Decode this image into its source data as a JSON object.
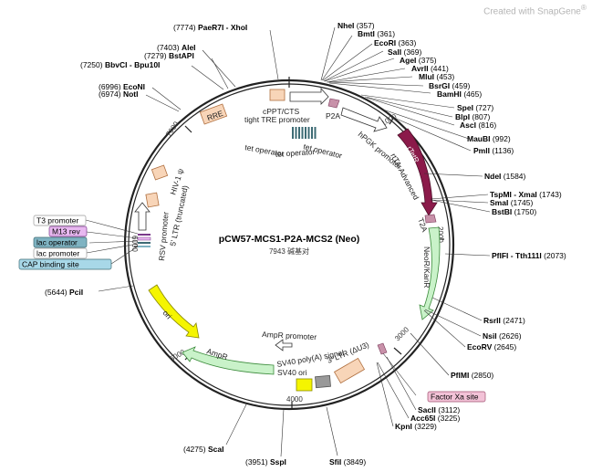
{
  "watermark": {
    "prefix": "Created with ",
    "brand": "SnapGene",
    "mark": "®"
  },
  "plasmid": {
    "name": "pCW57-MCS1-P2A-MCS2 (Neo)",
    "size": "7943",
    "size_suffix": "碱基对"
  },
  "ticks": [
    "1000",
    "2000",
    "3000",
    "4000",
    "5000",
    "6000",
    "7000"
  ],
  "sites": [
    {
      "name": "PaeR7I - XhoI",
      "pos": "(7774)"
    },
    {
      "name": "AleI",
      "pos": "(7403)"
    },
    {
      "name": "BstAPI",
      "pos": "(7279)"
    },
    {
      "name": "BbvCI - Bpu10I",
      "pos": "(7250)"
    },
    {
      "name": "EcoNI",
      "pos": "(6996)"
    },
    {
      "name": "NotI",
      "pos": "(6974)"
    },
    {
      "name": "NheI",
      "pos": "(357)"
    },
    {
      "name": "BmtI",
      "pos": "(361)"
    },
    {
      "name": "EcoRI",
      "pos": "(363)"
    },
    {
      "name": "SalI",
      "pos": "(369)"
    },
    {
      "name": "AgeI",
      "pos": "(375)"
    },
    {
      "name": "AvrII",
      "pos": "(441)"
    },
    {
      "name": "MluI",
      "pos": "(453)"
    },
    {
      "name": "BsrGI",
      "pos": "(459)"
    },
    {
      "name": "BamHI",
      "pos": "(465)"
    },
    {
      "name": "SpeI",
      "pos": "(727)"
    },
    {
      "name": "BlpI",
      "pos": "(807)"
    },
    {
      "name": "AscI",
      "pos": "(816)"
    },
    {
      "name": "MauBI",
      "pos": "(992)"
    },
    {
      "name": "PmlI",
      "pos": "(1136)"
    },
    {
      "name": "NdeI",
      "pos": "(1584)"
    },
    {
      "name": "TspMI - XmaI",
      "pos": "(1743)"
    },
    {
      "name": "SmaI",
      "pos": "(1745)"
    },
    {
      "name": "BstBI",
      "pos": "(1750)"
    },
    {
      "name": "PflFI - Tth111I",
      "pos": "(2073)"
    },
    {
      "name": "RsrII",
      "pos": "(2471)"
    },
    {
      "name": "NsiI",
      "pos": "(2626)"
    },
    {
      "name": "EcoRV",
      "pos": "(2645)"
    },
    {
      "name": "PflMI",
      "pos": "(2850)"
    },
    {
      "name": "SacII",
      "pos": "(3112)"
    },
    {
      "name": "Acc65I",
      "pos": "(3225)"
    },
    {
      "name": "KpnI",
      "pos": "(3229)"
    },
    {
      "name": "SfiI",
      "pos": "(3849)"
    },
    {
      "name": "SspI",
      "pos": "(3951)"
    },
    {
      "name": "ScaI",
      "pos": "(4275)"
    },
    {
      "name": "PciI",
      "pos": "(5644)"
    }
  ],
  "features": {
    "rre": "RRE",
    "cppt": "cPPT/CTS",
    "tre": "tight TRE promoter",
    "p2a": "P2A",
    "hpgk": "hPGK promoter",
    "tetr": "rTetR",
    "rtta": "rtTA-Advanced",
    "t2a": "T2A",
    "neo": "NeoR/KanR",
    "tetop1": "tet operator",
    "tetop2": "tet operator",
    "tetop3": "tet operator",
    "hiv": "HIV-1 ψ",
    "ltr5": "5' LTR (truncated)",
    "rsv": "RSV promoter",
    "ori": "ori",
    "ampr": "AmpR",
    "ampr_prom": "AmpR promoter",
    "sv40pa": "SV40 poly(A) signal",
    "sv40ori": "SV40 ori",
    "ltr3": "3' LTR (ΔU3)"
  },
  "boxed": {
    "t3": "T3 promoter",
    "m13": "M13 rev",
    "lacop": "lac operator",
    "lacprom": "lac promoter",
    "cap": "CAP binding site",
    "fxa": "Factor Xa site"
  },
  "colors": {
    "backbone": "#222222",
    "promoter": "#ffffff",
    "rre": "#f8d5b8",
    "tetr": "#8b1a4a",
    "neo": "#c9f2c9",
    "ori": "#f5f500",
    "ampr": "#c9f2c9",
    "p2a": "#c891a9",
    "ltr3": "#f8d5b8",
    "tetop": "#3d6b74",
    "m13_fill": "#e8b8f0",
    "lacop_fill": "#7fb3c2",
    "cap_fill": "#a8d8e8",
    "fxa_fill": "#f2c2d7"
  }
}
